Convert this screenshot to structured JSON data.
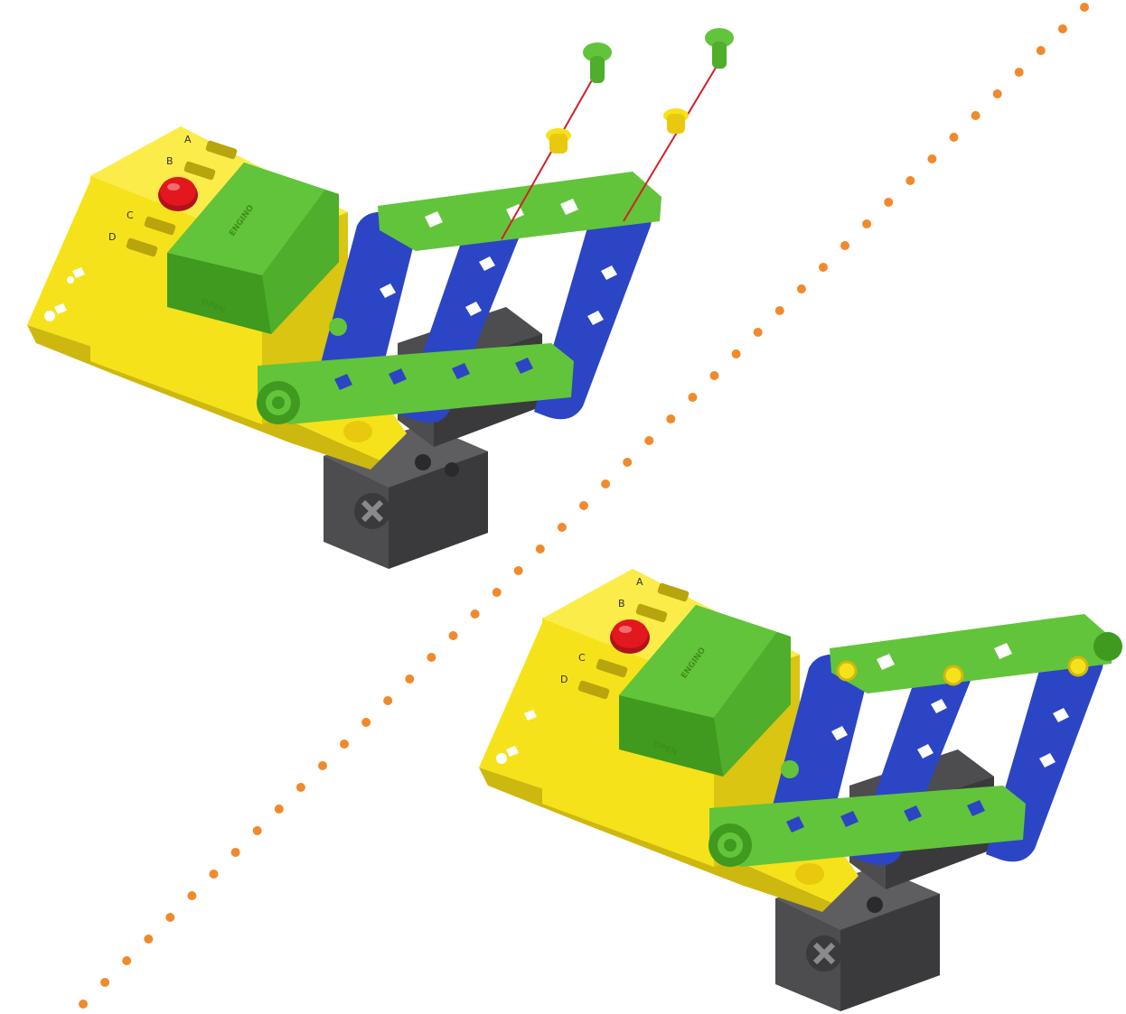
{
  "diagram": {
    "divider": {
      "style": "dotted",
      "color": "#f08a2c"
    },
    "colors": {
      "yellow": "#f6e21a",
      "yellow_dark": "#cdb80f",
      "green": "#62c43a",
      "green_dark": "#3f9a1f",
      "blue": "#2b45c4",
      "blue_dark": "#1c2f8f",
      "red": "#e3171e",
      "grey": "#4d4d4f",
      "grey_dark": "#323234",
      "string": "#d0222a"
    },
    "steps": [
      {
        "id": "before",
        "battery_box": {
          "port_labels": [
            "A",
            "B",
            "C",
            "D"
          ],
          "lid_text": "OPEN",
          "logo_text": "ENGINO"
        }
      },
      {
        "id": "after",
        "battery_box": {
          "port_labels": [
            "A",
            "B",
            "C",
            "D"
          ],
          "lid_text": "OPEN",
          "logo_text": "ENGINO"
        }
      }
    ]
  }
}
